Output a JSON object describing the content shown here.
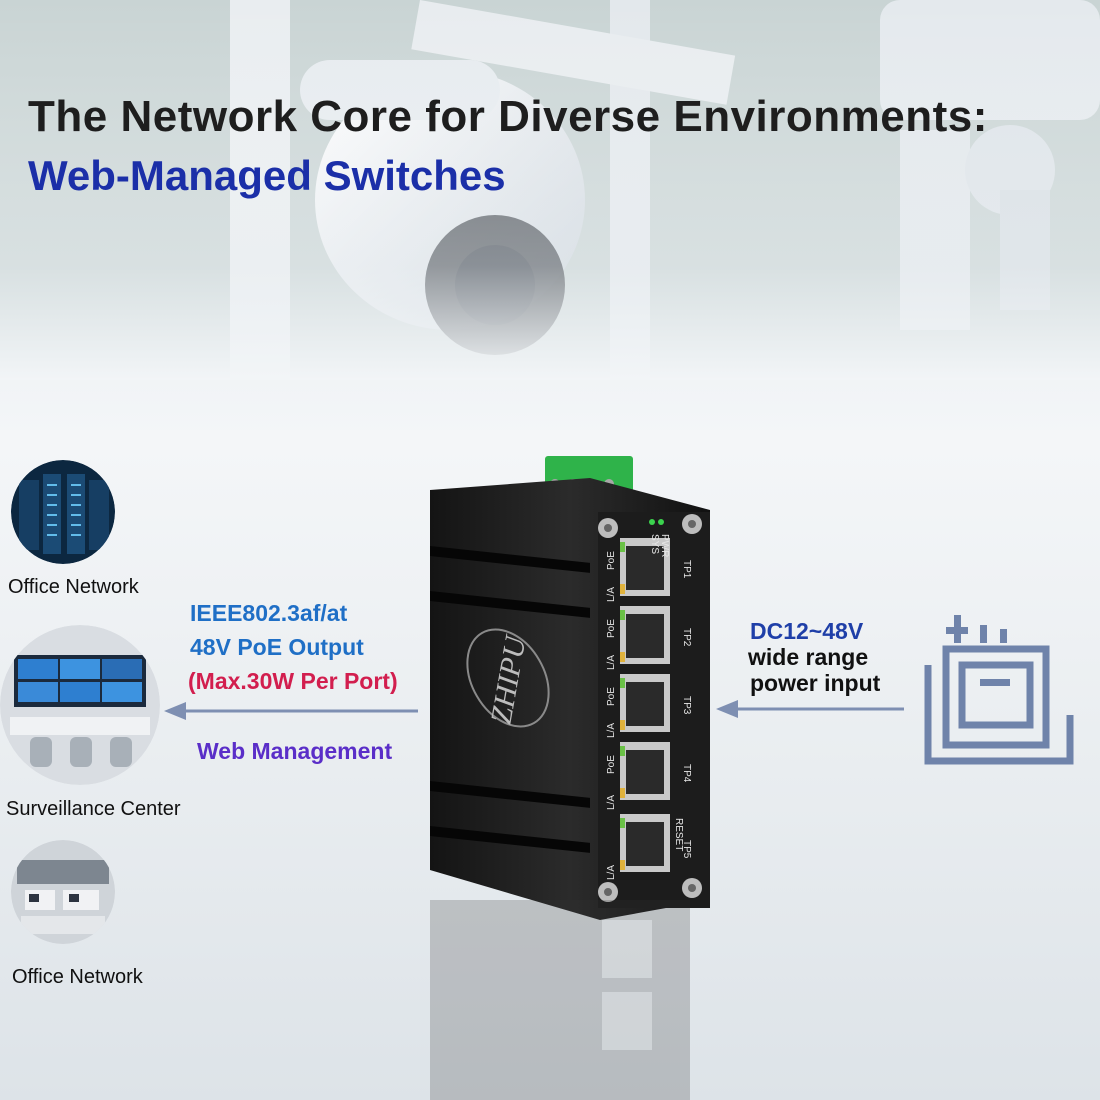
{
  "headline": "The Network Core for Diverse Environments:",
  "subheadline": "Web-Managed Switches",
  "scenes": [
    {
      "caption": "Office Network"
    },
    {
      "caption": "Surveillance Center"
    },
    {
      "caption": "Office Network"
    }
  ],
  "left_specs": {
    "standard": "IEEE802.3af/at",
    "output": "48V PoE Output",
    "max": "(Max.30W Per Port)",
    "management": "Web Management"
  },
  "right_specs": {
    "voltage": "DC12~48V",
    "range": "wide range",
    "input": "power input"
  },
  "device": {
    "brand": "ZHIPU",
    "led_labels": [
      "SYS",
      "PWR"
    ],
    "ports": [
      {
        "name": "TP1",
        "side_labels": [
          "PoE"
        ]
      },
      {
        "name": "TP2",
        "side_labels": [
          "L/A",
          "PoE"
        ]
      },
      {
        "name": "TP3",
        "side_labels": [
          "L/A",
          "PoE"
        ]
      },
      {
        "name": "TP4",
        "side_labels": [
          "L/A",
          "PoE"
        ]
      },
      {
        "name": "TP5",
        "side_labels": [
          "L/A",
          "L/A"
        ]
      }
    ],
    "reset_label": "RESET"
  },
  "colors": {
    "headline": "#1e1e1e",
    "subheadline": "#1b2fa8",
    "arrow": "#7e8fb2",
    "icon": "#6f83aa",
    "terminal": "#2fb34a"
  },
  "icons": [
    "left-arrow-icon",
    "power-supply-icon"
  ]
}
